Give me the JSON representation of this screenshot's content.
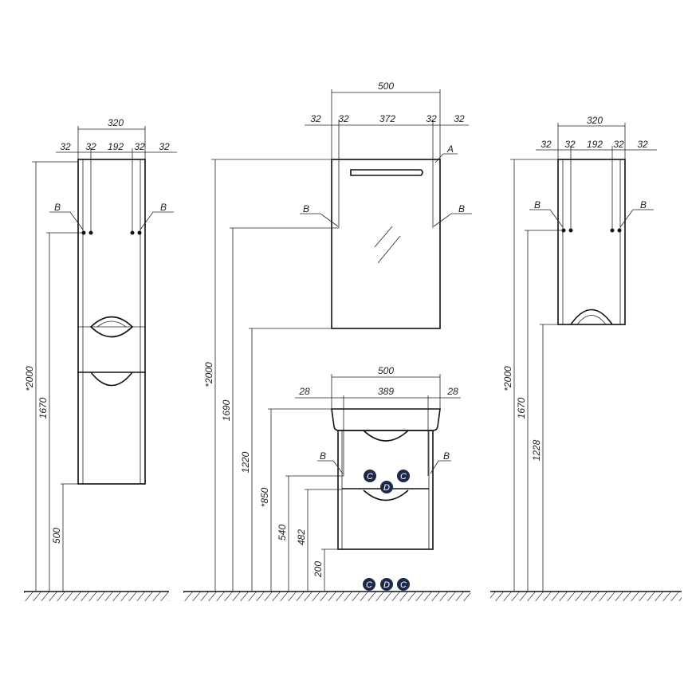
{
  "left_column": {
    "width": "320",
    "offsets": [
      "32",
      "32",
      "192",
      "32",
      "32"
    ],
    "mount_label_left": "B",
    "mount_label_right": "B",
    "height_total": "*2000",
    "height_mount": "1670",
    "height_floor": "500"
  },
  "mirror": {
    "width": "500",
    "offsets": [
      "32",
      "32",
      "372",
      "32",
      "32"
    ],
    "light_label": "A",
    "mount_label_left": "B",
    "mount_label_right": "B"
  },
  "vanity": {
    "width": "500",
    "offsets": [
      "28",
      "389",
      "28"
    ],
    "mount_label_left": "B",
    "mount_label_right": "B",
    "connections": [
      "C",
      "D",
      "C"
    ],
    "floor_connections": [
      "C",
      "D",
      "C"
    ]
  },
  "center_heights": [
    "*2000",
    "1690",
    "1220",
    "*850",
    "540",
    "482",
    "200"
  ],
  "right_cabinet": {
    "width": "320",
    "offsets": [
      "32",
      "32",
      "192",
      "32",
      "32"
    ],
    "mount_label_left": "B",
    "mount_label_right": "B",
    "height_total": "*2000",
    "height_mount": "1670",
    "height_bottom": "1228"
  },
  "colors": {
    "line": "#222222",
    "badge": "#1b2a4a"
  }
}
